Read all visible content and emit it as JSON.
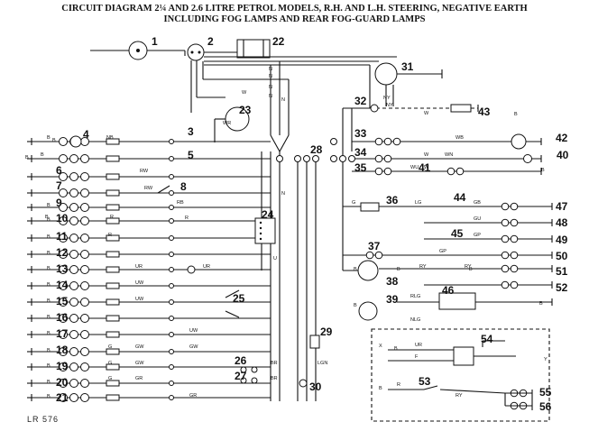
{
  "title": {
    "line1": "CIRCUIT DIAGRAM 2¼ AND 2.6 LITRE PETROL MODELS, R.H. AND L.H. STEERING, NEGATIVE EARTH",
    "line2": "INCLUDING FOG LAMPS AND REAR FOG-GUARD LAMPS"
  },
  "reference": "LR 576",
  "component_numbers": [
    "1",
    "2",
    "3",
    "4",
    "5",
    "6",
    "7",
    "8",
    "9",
    "10",
    "11",
    "12",
    "13",
    "14",
    "15",
    "16",
    "17",
    "18",
    "19",
    "20",
    "21",
    "22",
    "23",
    "24",
    "25",
    "26",
    "27",
    "28",
    "29",
    "30",
    "31",
    "32",
    "33",
    "34",
    "35",
    "36",
    "37",
    "38",
    "39",
    "40",
    "41",
    "42",
    "43",
    "44",
    "45",
    "46",
    "47",
    "48",
    "49",
    "50",
    "51",
    "52",
    "53",
    "54",
    "55",
    "56"
  ],
  "cable_codes": {
    "top": [
      "N",
      "N",
      "N",
      "N",
      "N",
      "NY",
      "NY",
      "W",
      "WR",
      "B"
    ],
    "left_rows": [
      "B",
      "NB",
      "B",
      "RW",
      "RW",
      "RB",
      "R",
      "B",
      "R",
      "R",
      "UR",
      "UR",
      "UW",
      "UW",
      "UW",
      "G",
      "GW",
      "G",
      "GW",
      "GW",
      "G",
      "GR",
      "GR",
      "BR",
      "BR",
      "U",
      "N",
      "LGN"
    ],
    "right_rows": [
      "W",
      "WB",
      "W",
      "WN",
      "W",
      "WU",
      "G",
      "LG",
      "GB",
      "GU",
      "GP",
      "GP",
      "RY",
      "RY",
      "RLG",
      "NLG",
      "B",
      "X",
      "Y",
      "UR",
      "F",
      "R",
      "RY"
    ],
    "earth_marks": [
      "B",
      "B",
      "B",
      "B",
      "B",
      "B",
      "B",
      "B",
      "B",
      "B",
      "B",
      "B",
      "B",
      "B",
      "B",
      "B",
      "B",
      "B",
      "B",
      "B",
      "B",
      "B"
    ]
  }
}
